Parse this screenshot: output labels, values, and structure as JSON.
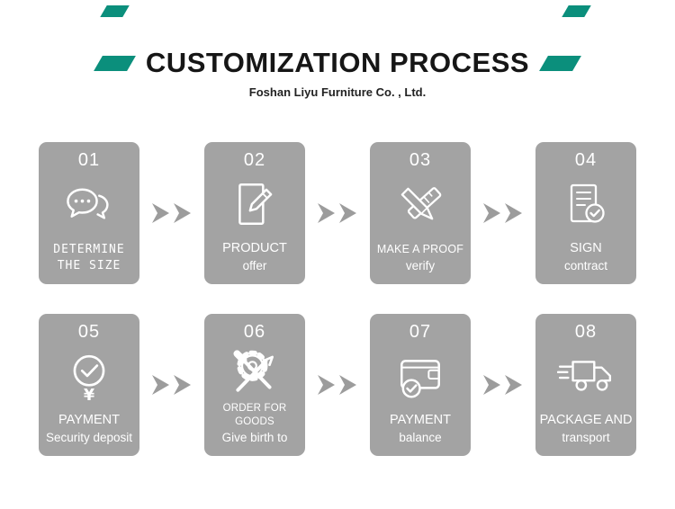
{
  "header": {
    "title": "CUSTOMIZATION PROCESS",
    "subtitle": "Foshan Liyu Furniture Co. , Ltd."
  },
  "colors": {
    "accent_teal": "#0b8f7c",
    "card_gray": "#a3a3a3",
    "arrow_gray": "#9c9c9c",
    "title_text": "#161616",
    "card_text": "#ffffff"
  },
  "steps": [
    {
      "number": "01",
      "icon": "chat-bubbles-icon",
      "line1": "DETERMINE",
      "line2": "THE SIZE"
    },
    {
      "number": "02",
      "icon": "document-pen-icon",
      "line1": "PRODUCT",
      "line2": "offer"
    },
    {
      "number": "03",
      "icon": "pencil-ruler-icon",
      "line1": "MAKE A PROOF",
      "line2": "verify"
    },
    {
      "number": "04",
      "icon": "contract-check-icon",
      "line1": "SIGN",
      "line2": "contract"
    },
    {
      "number": "05",
      "icon": "payment-check-yuan-icon",
      "line1": "PAYMENT",
      "line2": "Security deposit"
    },
    {
      "number": "06",
      "icon": "gear-tools-icon",
      "line1": "ORDER FOR GOODS",
      "line2": "Give birth to"
    },
    {
      "number": "07",
      "icon": "wallet-check-icon",
      "line1": "PAYMENT",
      "line2": "balance"
    },
    {
      "number": "08",
      "icon": "delivery-truck-icon",
      "line1": "PACKAGE AND",
      "line2": "transport"
    }
  ]
}
